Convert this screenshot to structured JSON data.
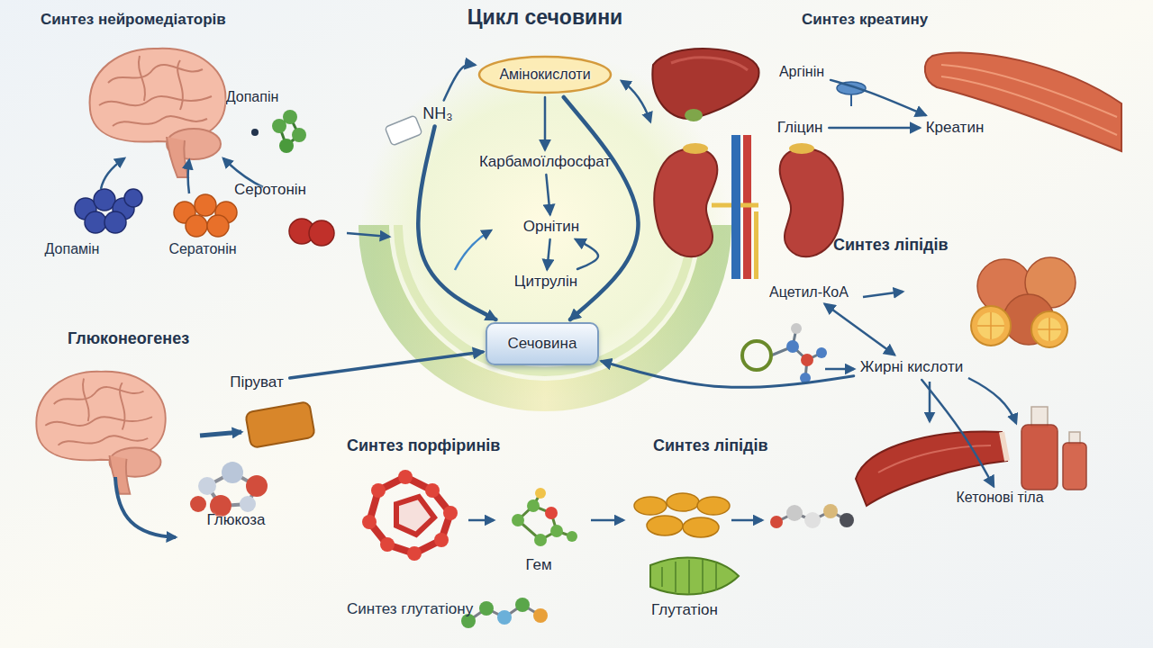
{
  "diagram": {
    "title": "Цикл сечовини",
    "nodes": [
      {
        "text": [
          "Амінокислоти"
        ]
      },
      {
        "text": [
          "NH₃"
        ]
      },
      {
        "text": [
          "Карбамоїлфосфат"
        ]
      },
      {
        "text": [
          "Орнітин"
        ]
      },
      {
        "text": [
          "Цитрулін"
        ]
      },
      {
        "text": [
          "Сечовина"
        ]
      },
      {
        "text": [
          "Аргінін"
        ]
      },
      {
        "text": [
          "Гліцин"
        ]
      },
      {
        "text": [
          "Креатин"
        ]
      },
      {
        "text": [
          "Допапін"
        ]
      },
      {
        "text": [
          "Серотонін"
        ]
      },
      {
        "text": [
          "Ацетил-КоА"
        ]
      },
      {
        "text": [
          "Жирні кислоти"
        ]
      },
      {
        "text": [
          "Кетонові тіла"
        ]
      },
      {
        "text": [
          "Піруват"
        ]
      },
      {
        "text": [
          "Глюкоза"
        ]
      },
      {
        "text": [
          "Гем"
        ]
      },
      {
        "text": [
          "Глутатіон"
        ]
      }
    ],
    "edges": [
      {
        "from": 1,
        "to": 0,
        "arrow": "to"
      },
      {
        "from": 0,
        "to": 2,
        "arrow": "to"
      },
      {
        "from": 2,
        "to": 3,
        "arrow": "to"
      },
      {
        "from": 3,
        "to": 4,
        "arrow": "to"
      },
      {
        "from": 4,
        "to": 3,
        "arrow": "to"
      },
      {
        "from": 1,
        "to": 5,
        "arrow": "to"
      },
      {
        "from": 0,
        "to": 5,
        "arrow": "to"
      },
      {
        "from": 14,
        "to": 5,
        "arrow": "to"
      },
      {
        "from": 12,
        "to": 5,
        "arrow": "to"
      },
      {
        "from": 7,
        "to": 8,
        "arrow": "to"
      },
      {
        "from": 6,
        "to": 8,
        "arrow": "to"
      },
      {
        "from": 11,
        "to": 12,
        "arrow": "both"
      },
      {
        "from": 12,
        "to": 13,
        "arrow": "to"
      }
    ],
    "labels": [
      "Синтез нейромедіаторів",
      "Синтез креатину",
      "Допамін",
      "Сератонін",
      "Синтез ліпідів",
      "Глюконеогенез",
      "Синтез порфіринів",
      "Синтез ліпідів",
      "Синтез глутатіону"
    ]
  }
}
